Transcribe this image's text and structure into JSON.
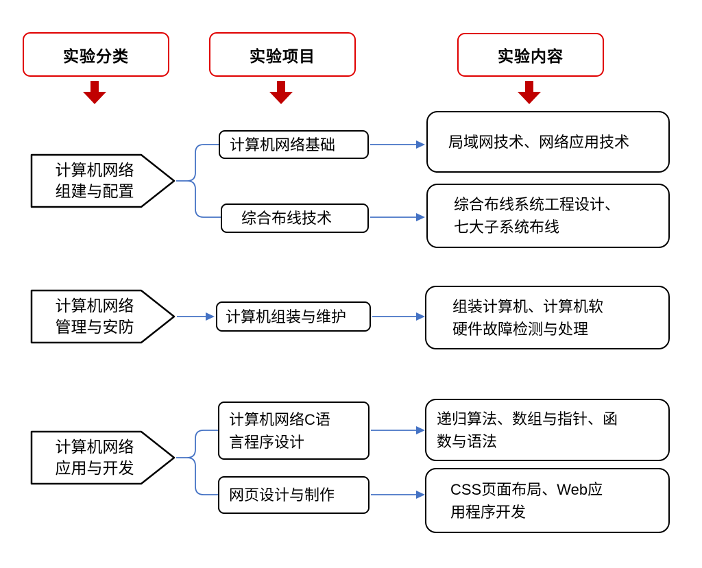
{
  "colors": {
    "red_border": "#e00000",
    "red_arrow": "#c00000",
    "blue_connector": "#4472c4",
    "node_border": "#000000",
    "background": "#ffffff"
  },
  "headers": [
    {
      "label": "实验分类"
    },
    {
      "label": "实验项目"
    },
    {
      "label": "实验内容"
    }
  ],
  "sections": [
    {
      "category": {
        "lines": [
          "计算机网络",
          "组建与配置"
        ]
      },
      "projects": [
        {
          "lines": [
            "计算机网络基础"
          ]
        },
        {
          "lines": [
            "综合布线技术"
          ]
        }
      ],
      "contents": [
        {
          "lines": [
            "局域网技术、网络应用技术"
          ]
        },
        {
          "lines": [
            "综合布线系统工程设计、",
            "七大子系统布线"
          ]
        }
      ]
    },
    {
      "category": {
        "lines": [
          "计算机网络",
          "管理与安防"
        ]
      },
      "projects": [
        {
          "lines": [
            "计算机组装与维护"
          ]
        }
      ],
      "contents": [
        {
          "lines": [
            "组装计算机、计算机软",
            "硬件故障检测与处理"
          ]
        }
      ]
    },
    {
      "category": {
        "lines": [
          "计算机网络",
          "应用与开发"
        ]
      },
      "projects": [
        {
          "lines": [
            "计算机网络C语",
            "言程序设计"
          ]
        },
        {
          "lines": [
            "网页设计与制作"
          ]
        }
      ],
      "contents": [
        {
          "lines": [
            "递归算法、数组与指针、函",
            "数与语法"
          ]
        },
        {
          "lines": [
            "CSS页面布局、Web应",
            "用程序开发"
          ]
        }
      ]
    }
  ]
}
